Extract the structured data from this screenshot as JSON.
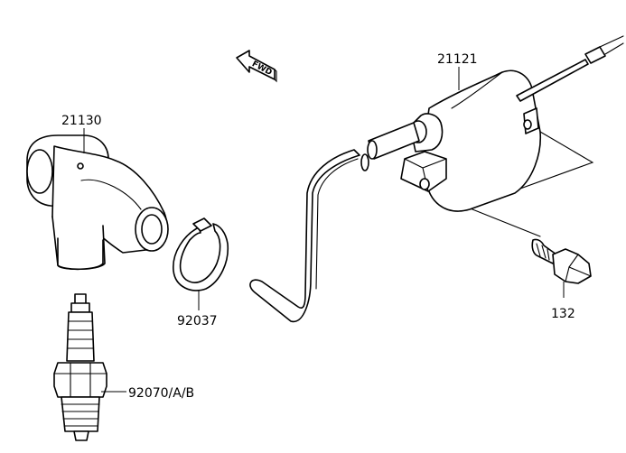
{
  "labels": {
    "coil": "21121",
    "plug_cap": "21130",
    "clamp": "92037",
    "bolt": "132",
    "spark_plug": "92070/A/B"
  },
  "direction_marker": {
    "text": "FWD",
    "icon": "forward-arrow-icon"
  },
  "colors": {
    "line": "#000000",
    "background": "#ffffff"
  }
}
